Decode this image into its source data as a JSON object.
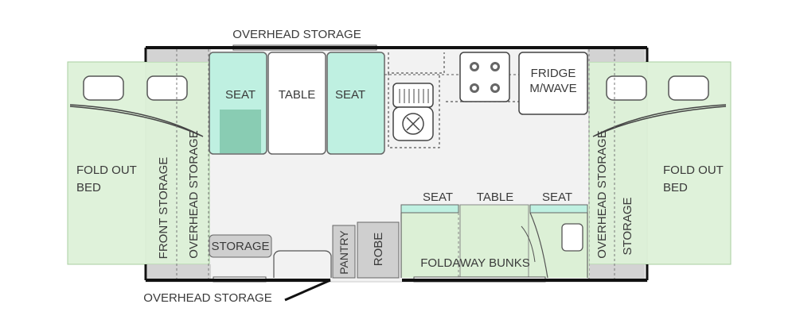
{
  "labels": {
    "overhead_storage_top": "OVERHEAD STORAGE",
    "overhead_storage_bottom": "OVERHEAD STORAGE",
    "fold_out_bed_left_1": "FOLD OUT",
    "fold_out_bed_left_2": "BED",
    "fold_out_bed_right_1": "FOLD OUT",
    "fold_out_bed_right_2": "BED",
    "front_storage": "FRONT STORAGE",
    "overhead_storage_left": "OVERHEAD STORAGE",
    "overhead_storage_right": "OVERHEAD STORAGE",
    "storage_right": "STORAGE",
    "storage_bottom_left": "STORAGE",
    "seat_1": "SEAT",
    "table_top": "TABLE",
    "seat_2": "SEAT",
    "fridge": "FRIDGE",
    "microwave": "M/WAVE",
    "seat_3": "SEAT",
    "table_bottom": "TABLE",
    "seat_4": "SEAT",
    "pantry": "PANTRY",
    "robe": "ROBE",
    "foldaway_bunks": "FOLDAWAY BUNKS"
  },
  "colors": {
    "bed_fill": "#d9f0d3",
    "seat_fill": "#bff0e1",
    "seat_dark": "#7fc6aa",
    "storage_grey": "#cfcfcf",
    "floor": "#f2f2f2",
    "wall": "#1a1a1a",
    "label": "#3a3a3a"
  }
}
